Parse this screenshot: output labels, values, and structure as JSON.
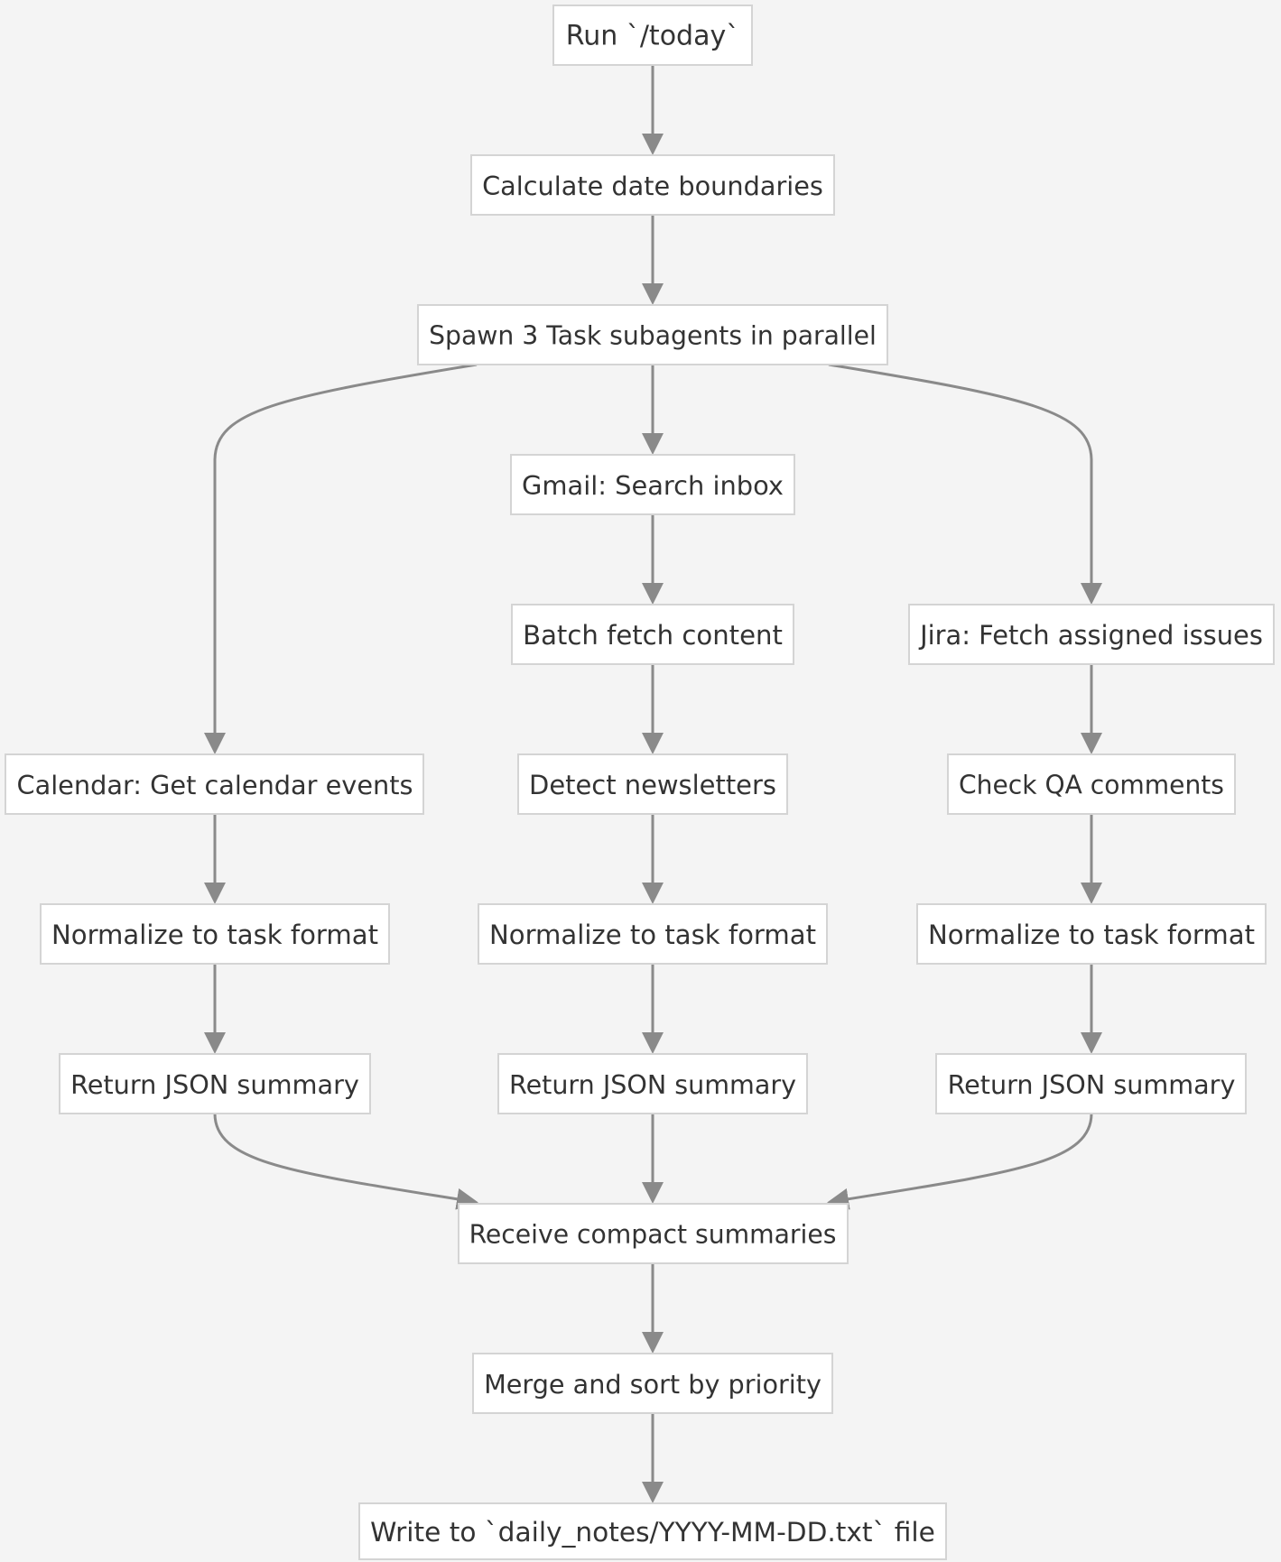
{
  "diagram": {
    "type": "flowchart",
    "direction": "top-down",
    "nodes": {
      "run_today": "Run `/today`",
      "calc_dates": "Calculate date boundaries",
      "spawn": "Spawn 3 Task subagents in parallel",
      "gmail_search": "Gmail: Search inbox",
      "batch_fetch": "Batch fetch content",
      "jira_fetch": "Jira: Fetch assigned issues",
      "calendar_get": "Calendar: Get calendar events",
      "detect_newsletters": "Detect newsletters",
      "check_qa": "Check QA comments",
      "normalize_cal": "Normalize to task format",
      "normalize_gmail": "Normalize to task format",
      "normalize_jira": "Normalize to task format",
      "return_cal": "Return JSON summary",
      "return_gmail": "Return JSON summary",
      "return_jira": "Return JSON summary",
      "receive": "Receive compact summaries",
      "merge": "Merge and sort by priority",
      "write": "Write to `daily_notes/YYYY-MM-DD.txt` file"
    },
    "edges": [
      [
        "run_today",
        "calc_dates"
      ],
      [
        "calc_dates",
        "spawn"
      ],
      [
        "spawn",
        "calendar_get"
      ],
      [
        "spawn",
        "gmail_search"
      ],
      [
        "spawn",
        "jira_fetch"
      ],
      [
        "gmail_search",
        "batch_fetch"
      ],
      [
        "batch_fetch",
        "detect_newsletters"
      ],
      [
        "jira_fetch",
        "check_qa"
      ],
      [
        "calendar_get",
        "normalize_cal"
      ],
      [
        "detect_newsletters",
        "normalize_gmail"
      ],
      [
        "check_qa",
        "normalize_jira"
      ],
      [
        "normalize_cal",
        "return_cal"
      ],
      [
        "normalize_gmail",
        "return_gmail"
      ],
      [
        "normalize_jira",
        "return_jira"
      ],
      [
        "return_cal",
        "receive"
      ],
      [
        "return_gmail",
        "receive"
      ],
      [
        "return_jira",
        "receive"
      ],
      [
        "receive",
        "merge"
      ],
      [
        "merge",
        "write"
      ]
    ],
    "colors": {
      "background": "#f4f4f4",
      "node_fill": "#ffffff",
      "node_border": "#d4d4d4",
      "edge": "#8a8a8a",
      "text": "#333333"
    }
  }
}
